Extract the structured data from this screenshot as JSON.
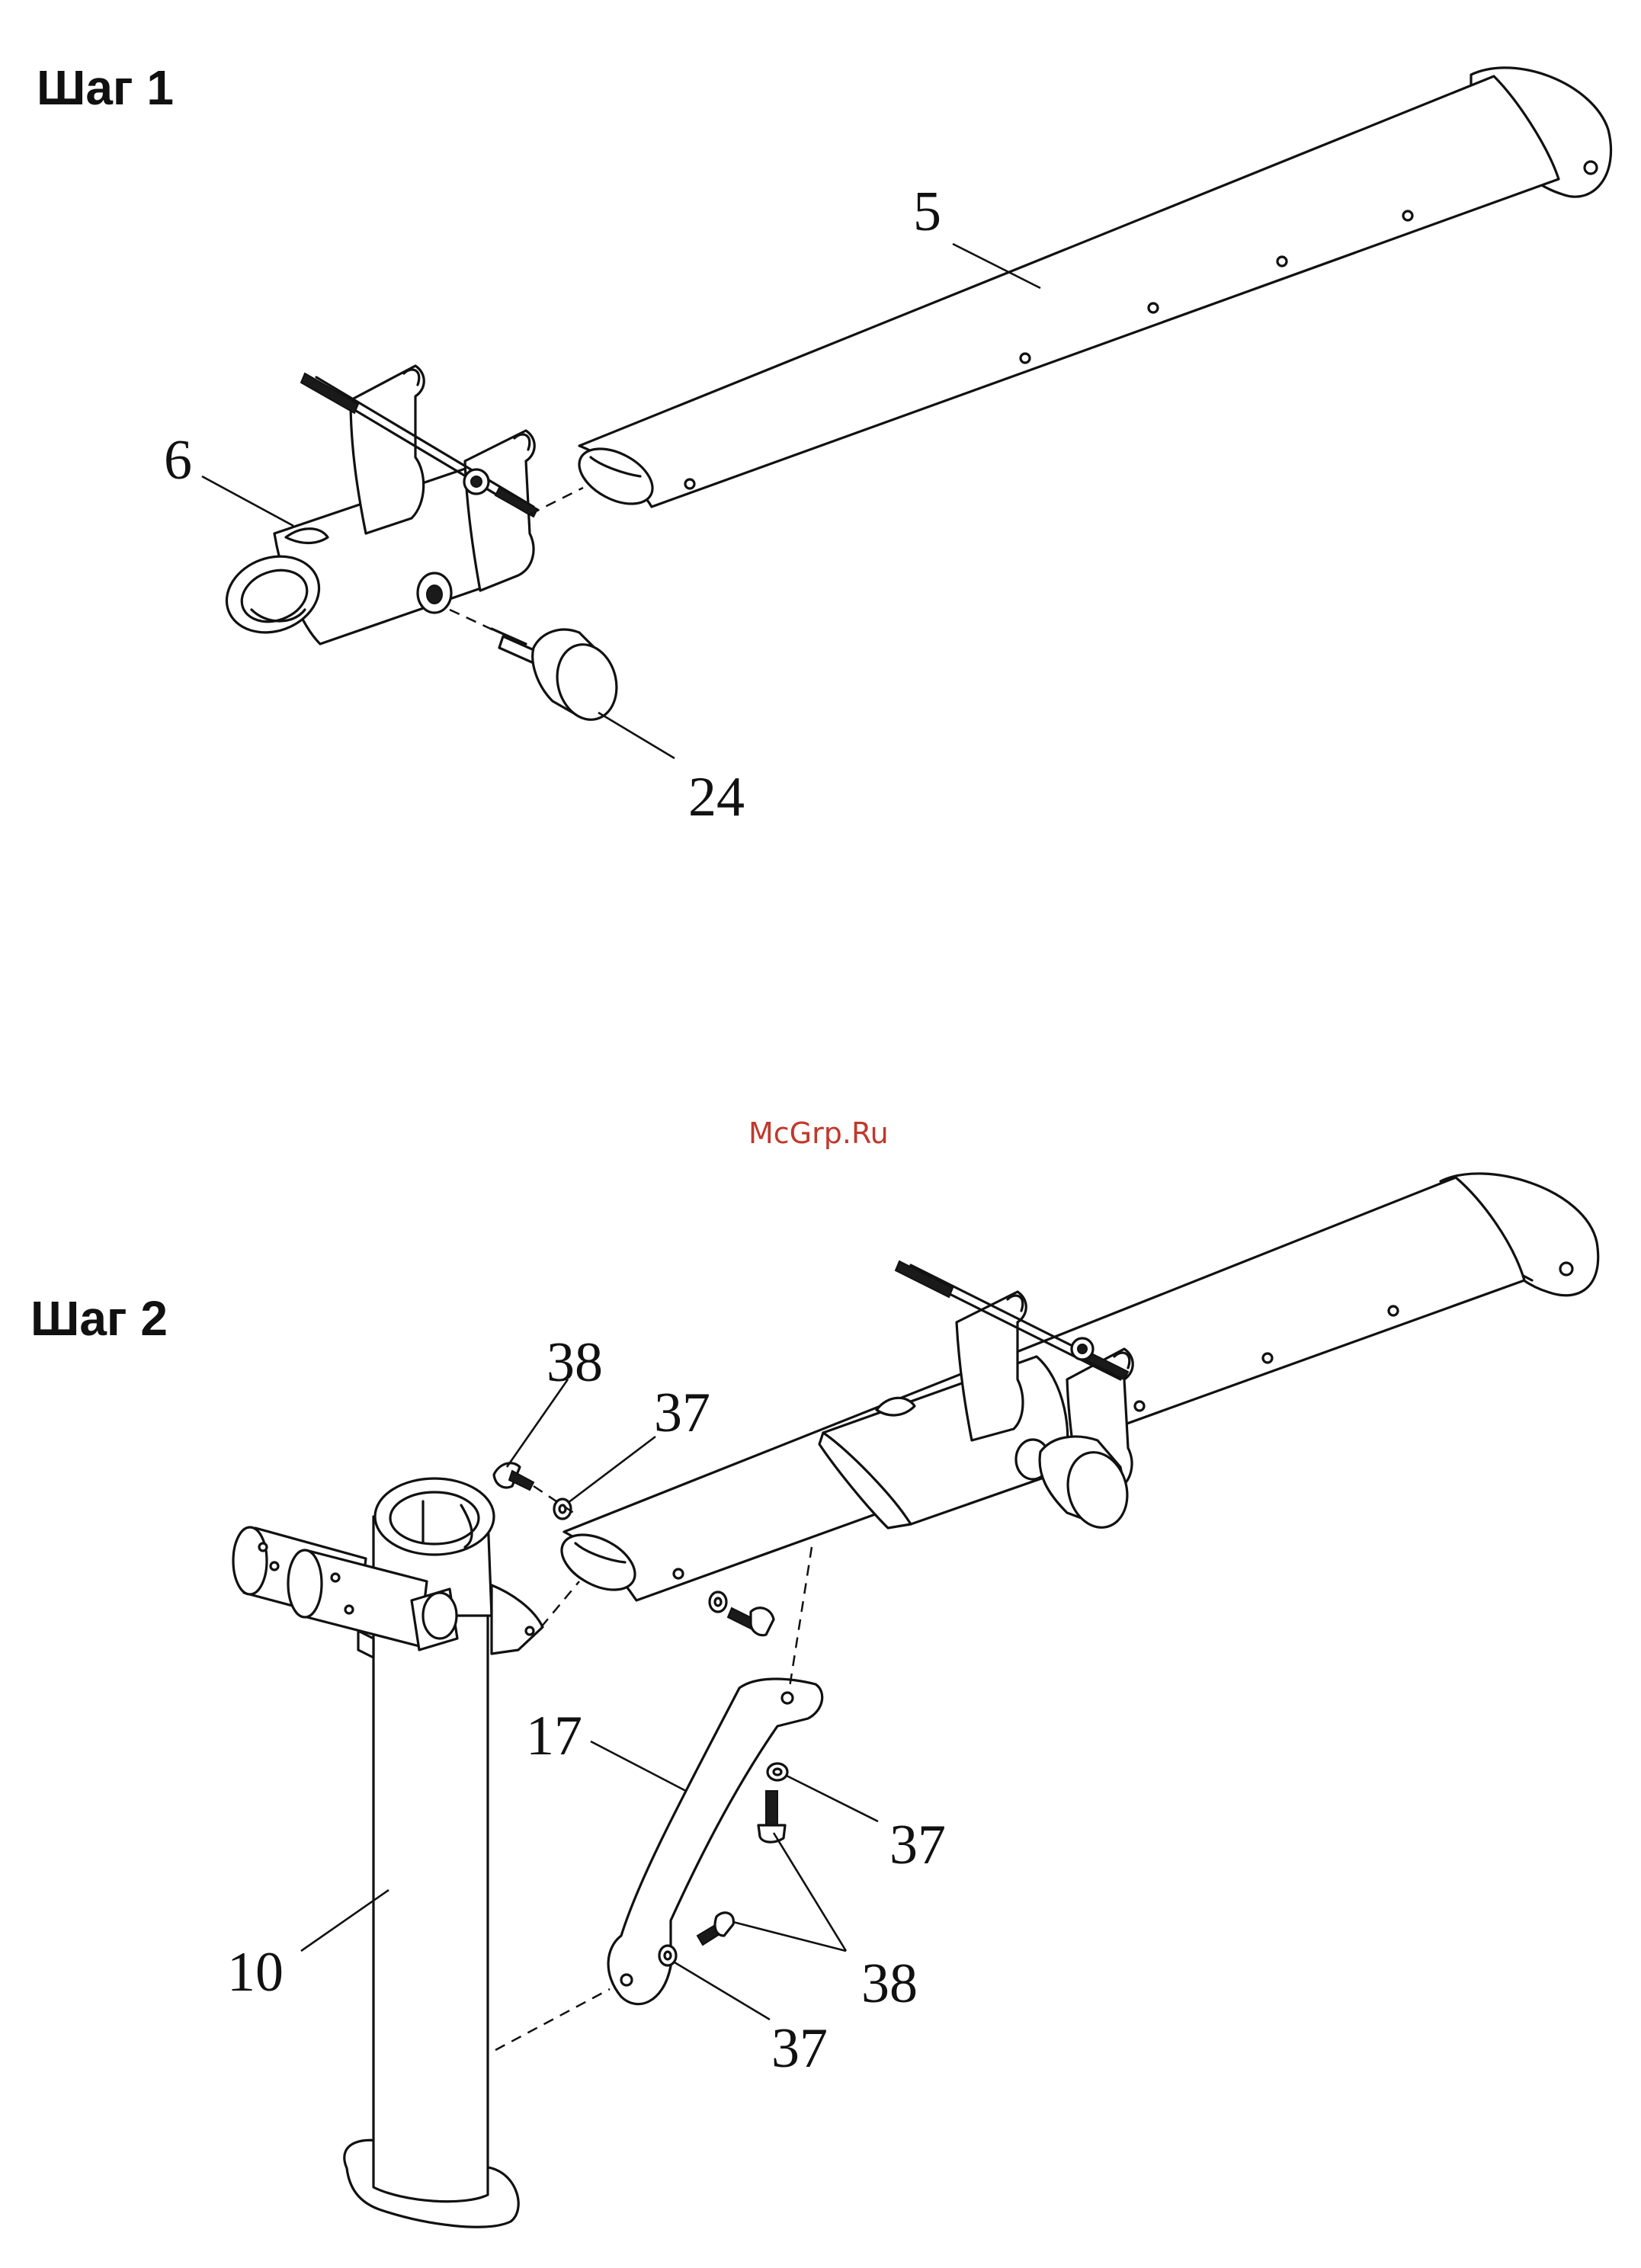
{
  "steps": [
    {
      "title": "Шаг 1"
    },
    {
      "title": "Шаг 2"
    }
  ],
  "watermark": "McGrp.Ru",
  "callouts": {
    "step1": {
      "tube": "5",
      "sleeve": "6",
      "knob": "24"
    },
    "step2": {
      "bolt_top": "38",
      "washer_top": "37",
      "brace": "17",
      "post": "10",
      "washer_right": "37",
      "bolts_lower": "38",
      "washer_lower": "37"
    }
  },
  "colors": {
    "ink": "#111111",
    "watermark": "#c0392b",
    "background": "#ffffff"
  }
}
